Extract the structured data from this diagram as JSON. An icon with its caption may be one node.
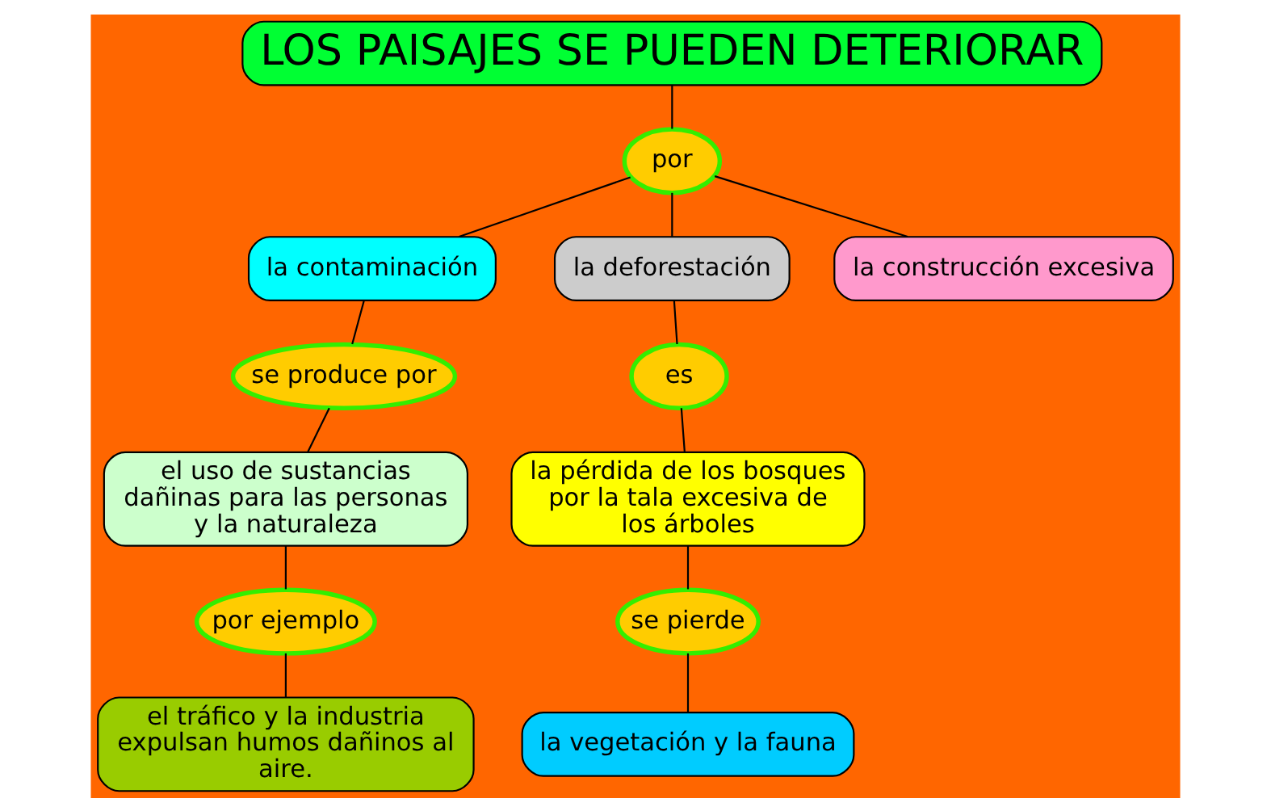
{
  "diagram": {
    "nodes": [
      {
        "text": [
          "LOS PAISAJES SE PUEDEN DETERIORAR"
        ]
      },
      {
        "text": [
          "por"
        ]
      },
      {
        "text": [
          "la contaminación"
        ]
      },
      {
        "text": [
          "la deforestación"
        ]
      },
      {
        "text": [
          "la construcción excesiva"
        ]
      },
      {
        "text": [
          "se produce por"
        ]
      },
      {
        "text": [
          "el uso de sustancias dañinas para las personas y la naturaleza"
        ]
      },
      {
        "text": [
          "por ejemplo"
        ]
      },
      {
        "text": [
          "el tráfico y la industria expulsan humos dañinos al aire."
        ]
      },
      {
        "text": [
          "es"
        ]
      },
      {
        "text": [
          "la pérdida de los bosques por la tala excesiva de los árboles"
        ]
      },
      {
        "text": [
          "se pierde"
        ]
      },
      {
        "text": [
          "la vegetación y la fauna"
        ]
      }
    ],
    "edges": [
      {
        "from": 0,
        "to": 1,
        "arrow": "none"
      },
      {
        "from": 1,
        "to": 2,
        "arrow": "none"
      },
      {
        "from": 1,
        "to": 3,
        "arrow": "none"
      },
      {
        "from": 1,
        "to": 4,
        "arrow": "none"
      },
      {
        "from": 2,
        "to": 5,
        "arrow": "none"
      },
      {
        "from": 5,
        "to": 6,
        "arrow": "none"
      },
      {
        "from": 6,
        "to": 7,
        "arrow": "none"
      },
      {
        "from": 7,
        "to": 8,
        "arrow": "none"
      },
      {
        "from": 3,
        "to": 9,
        "arrow": "none"
      },
      {
        "from": 9,
        "to": 10,
        "arrow": "none"
      },
      {
        "from": 10,
        "to": 11,
        "arrow": "none"
      },
      {
        "from": 11,
        "to": 12,
        "arrow": "none"
      }
    ]
  }
}
